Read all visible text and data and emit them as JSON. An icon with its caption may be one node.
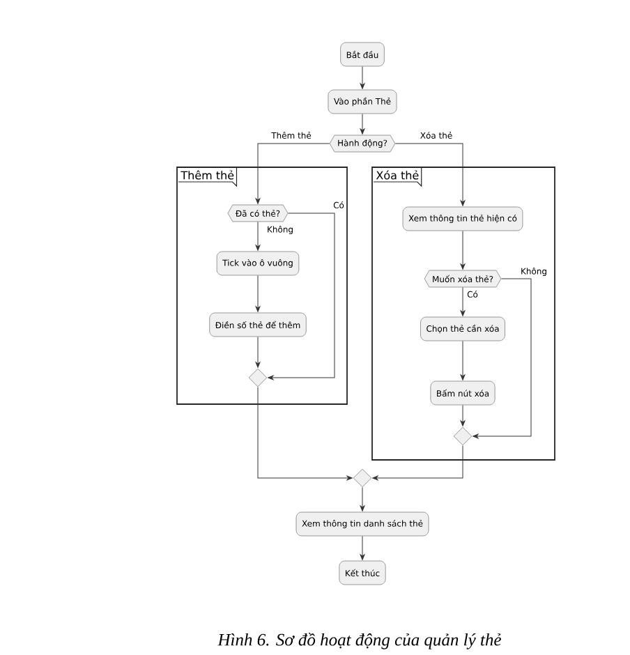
{
  "diagram": {
    "caption": "Hình 6. Sơ đồ hoạt động của quản lý thẻ",
    "nodes": [
      {
        "text": [
          "Bắt đầu"
        ]
      },
      {
        "text": [
          "Vào phần Thẻ"
        ]
      },
      {
        "text": [
          "Hành động?"
        ]
      },
      {
        "text": [
          "Thêm thẻ"
        ]
      },
      {
        "text": [
          "Đã có thẻ?"
        ],
        "in": 3
      },
      {
        "text": [
          "Tick vào ô vuông"
        ],
        "in": 3
      },
      {
        "text": [
          "Điền số thẻ để thêm"
        ],
        "in": 3
      },
      {
        "text": [],
        "shape": "diamond",
        "in": 3
      },
      {
        "text": [
          "Xóa thẻ"
        ]
      },
      {
        "text": [
          "Xem thông tin thẻ hiện có"
        ],
        "in": 8
      },
      {
        "text": [
          "Muốn xóa thẻ?"
        ],
        "in": 8
      },
      {
        "text": [
          "Chọn thẻ cần xóa"
        ],
        "in": 8
      },
      {
        "text": [
          "Bấm nút xóa"
        ],
        "in": 8
      },
      {
        "text": [],
        "shape": "diamond",
        "in": 8
      },
      {
        "text": [],
        "shape": "diamond"
      },
      {
        "text": [
          "Xem thông tin danh sách thẻ"
        ]
      },
      {
        "text": [
          "Kết thúc"
        ]
      }
    ],
    "edges": [
      {
        "from": 0,
        "to": 1,
        "arrow": "to"
      },
      {
        "from": 1,
        "to": 2,
        "arrow": "to"
      },
      {
        "from": 2,
        "to": 4,
        "arrow": "to",
        "label": "Thêm thẻ"
      },
      {
        "from": 2,
        "to": 9,
        "arrow": "to",
        "label": "Xóa thẻ"
      },
      {
        "from": 4,
        "to": 5,
        "arrow": "to",
        "label": "Không"
      },
      {
        "from": 4,
        "to": 7,
        "arrow": "to",
        "label": "Có"
      },
      {
        "from": 5,
        "to": 6,
        "arrow": "to"
      },
      {
        "from": 6,
        "to": 7,
        "arrow": "to"
      },
      {
        "from": 9,
        "to": 10,
        "arrow": "to"
      },
      {
        "from": 10,
        "to": 11,
        "arrow": "to",
        "label": "Có"
      },
      {
        "from": 10,
        "to": 13,
        "arrow": "to",
        "label": "Không"
      },
      {
        "from": 11,
        "to": 12,
        "arrow": "to"
      },
      {
        "from": 12,
        "to": 13,
        "arrow": "to"
      },
      {
        "from": 7,
        "to": 14,
        "arrow": "to"
      },
      {
        "from": 13,
        "to": 14,
        "arrow": "to"
      },
      {
        "from": 14,
        "to": 15,
        "arrow": "to"
      },
      {
        "from": 15,
        "to": 16,
        "arrow": "to"
      }
    ]
  }
}
